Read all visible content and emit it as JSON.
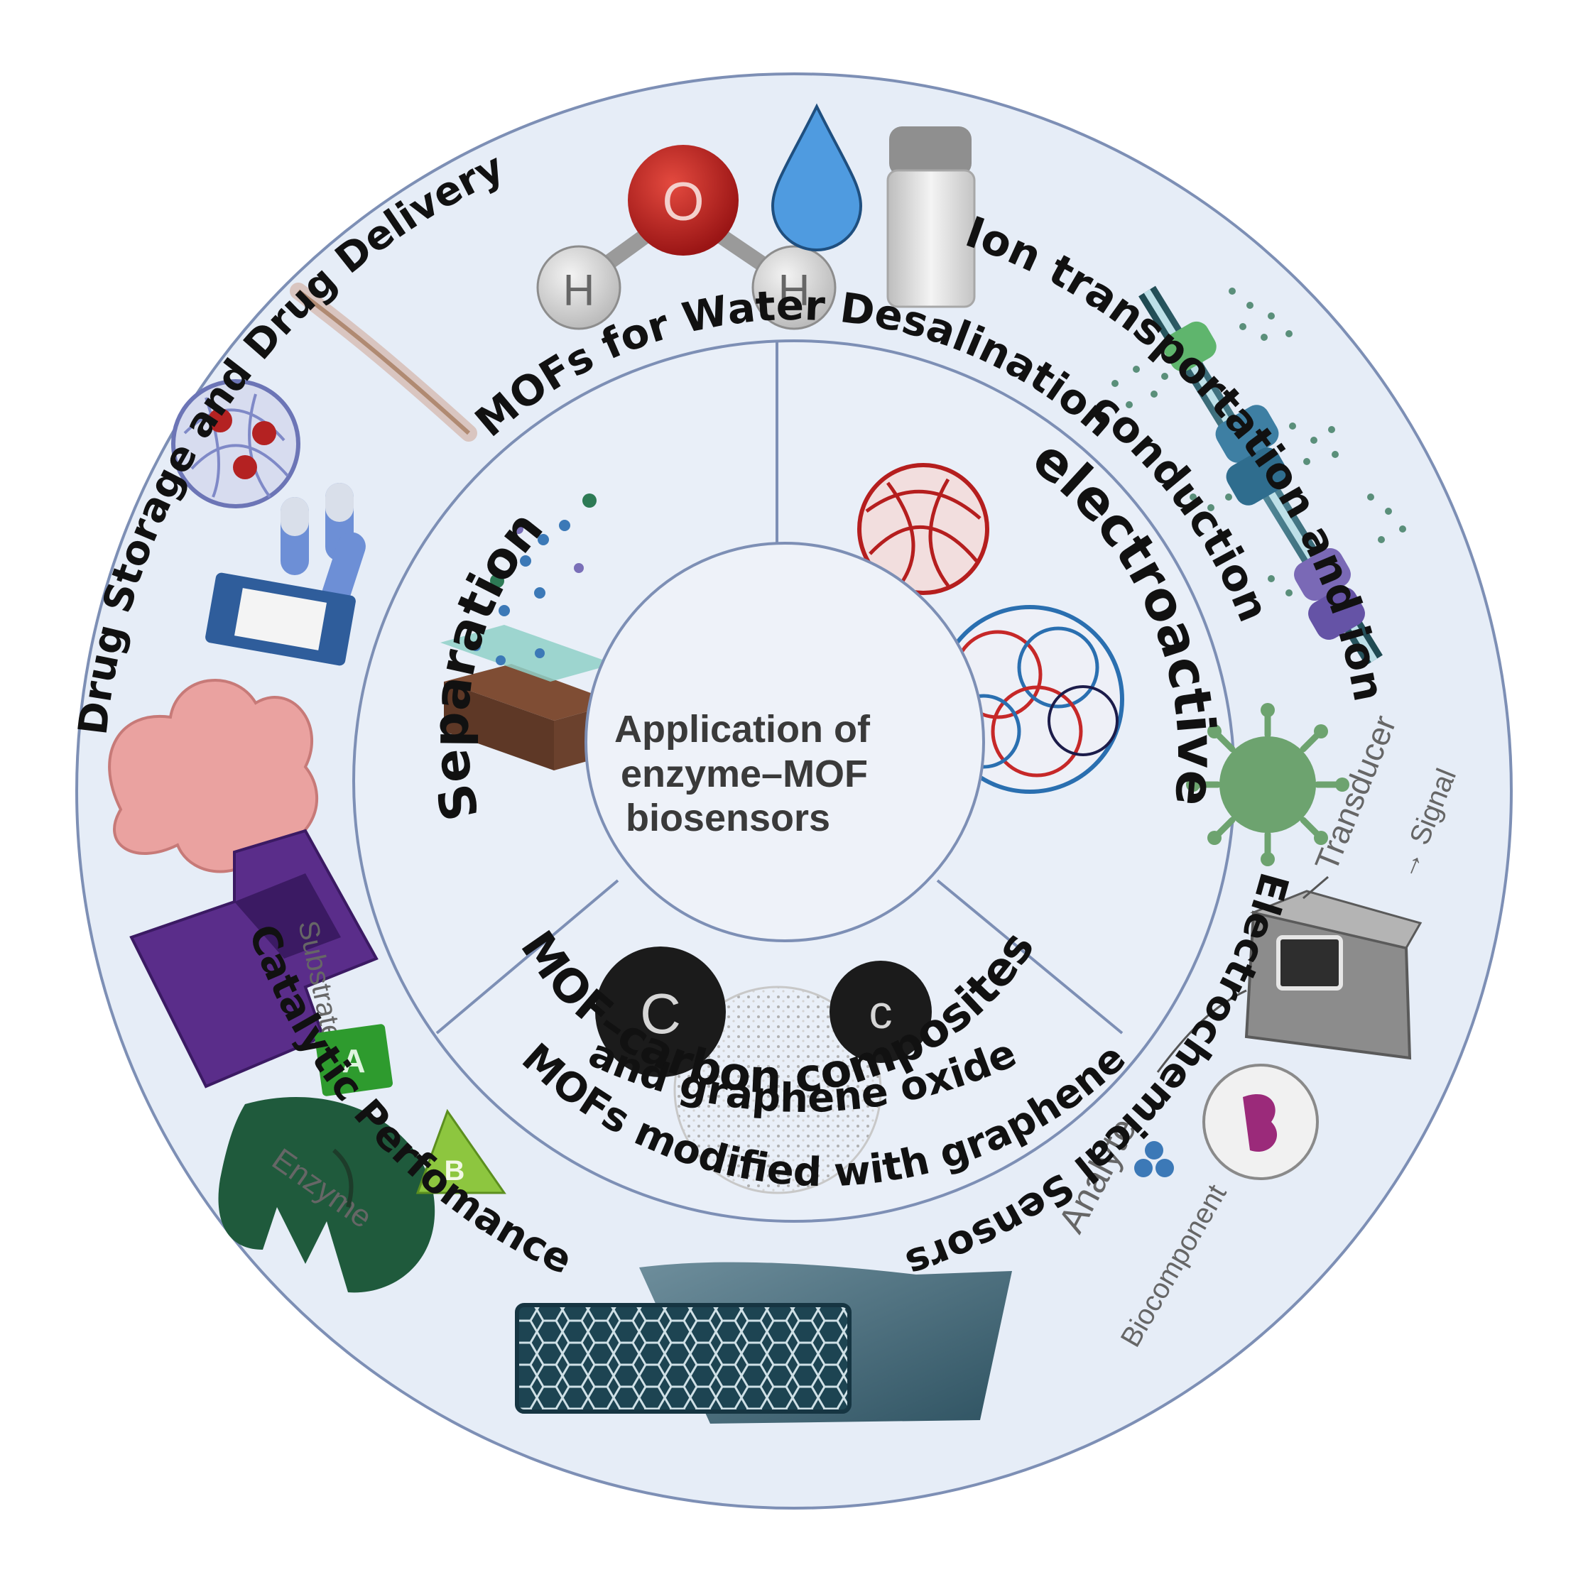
{
  "center": {
    "line1": "Application of",
    "line2": "enzyme–MOF",
    "line3": "biosensors"
  },
  "outer_ring": {
    "water_desalination": "MOFs for Water Desalination",
    "ion_line1": "Ion transportation and ion",
    "ion_line2": "conduction",
    "electrochemical": "Electrochemical Sensors",
    "graphene_line1": "MOFs modified with graphene",
    "graphene_line2": "and graphene oxide",
    "catalytic": "Catalytic Perfomance",
    "drug": "Drug Storage and Drug Delivery"
  },
  "inner_ring": {
    "separation": "Separation",
    "electroactive": "electroactive",
    "carbon_composites": "MOF–carbon composites"
  },
  "illustrations": {
    "oxygen_atom": "O",
    "hydrogen_left": "H",
    "hydrogen_right": "H",
    "carbon_big": "C",
    "carbon_small": "c",
    "substrate": "Substrate",
    "enzyme": "Enzyme",
    "product_a": "A",
    "product_b": "B",
    "transducer": "Transducer",
    "signal": "→ Signal",
    "analyte": "Analyte",
    "biocomponent": "Biocomponent"
  },
  "colors": {
    "disc_fill": "#e6edf7",
    "ring_stroke": "#7d8fb5",
    "oxygen_red": "#c0201e",
    "water_blue": "#4f9be0",
    "enzyme_green": "#1f5a3c",
    "substrate_purple": "#5a2d8a",
    "virus_green": "#6da36f"
  }
}
